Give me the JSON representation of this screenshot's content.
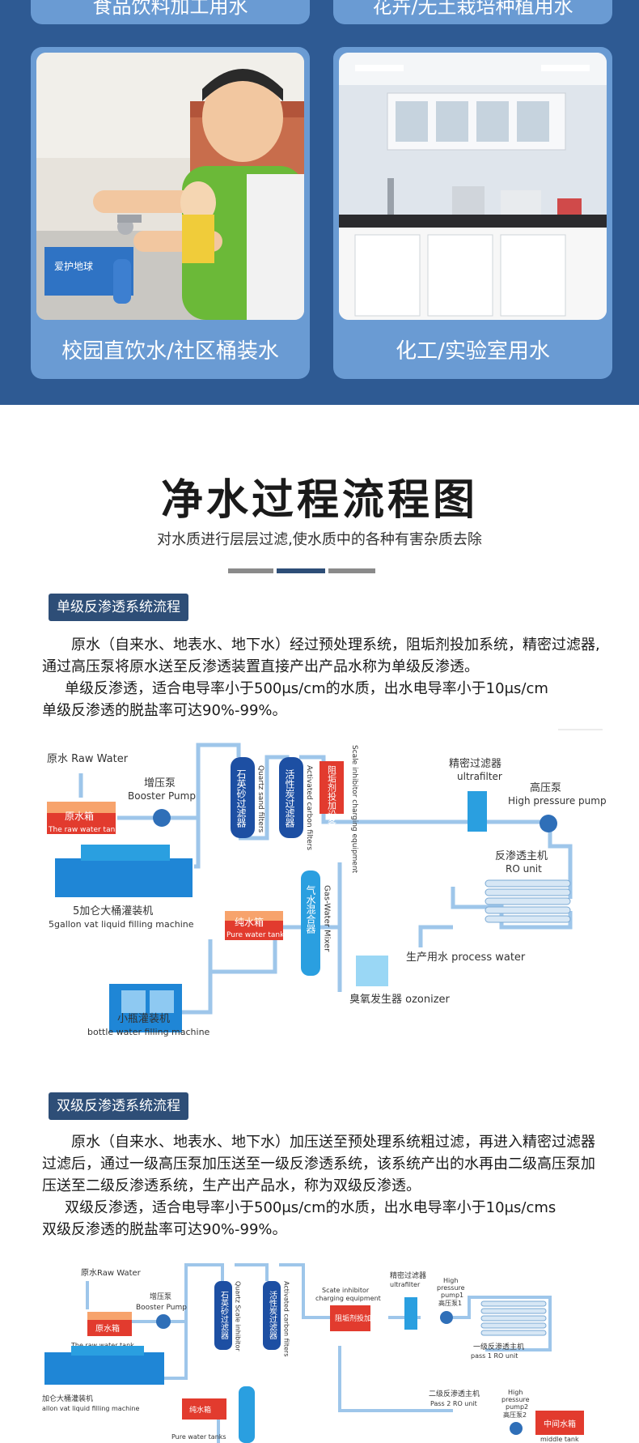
{
  "top_cards": {
    "left_label": "食品饮料加工用水",
    "right_label": "花卉/无土栽培种植用水"
  },
  "cards": [
    {
      "label": "校园直饮水/社区桶装水"
    },
    {
      "label": "化工/实验室用水"
    }
  ],
  "header": {
    "title": "净水过程流程图",
    "subtitle": "对水质进行层层过滤,使水质中的各种有害杂质去除"
  },
  "section1": {
    "tag": "单级反渗透系统流程",
    "para1": "原水（自来水、地表水、地下水）经过预处理系统，阻垢剂投加系统，精密过滤器,通过高压泵将原水送至反渗透装置直接产出产品水称为单级反渗透。",
    "para2": "单级反渗透，适合电导率小于500μs/cm的水质，出水电导率小于10μs/cm",
    "para3": "单级反渗透的脱盐率可达90%-99%。",
    "diagram": {
      "raw_water": "原水 Raw Water",
      "raw_tank_cn": "原水箱",
      "raw_tank_en": "The raw water tank",
      "booster_cn": "增压泵",
      "booster_en": "Booster Pump",
      "quartz_cn": "石英砂过滤器",
      "quartz_en": "Quartz sand filters",
      "carbon_cn": "活性炭过滤器",
      "carbon_en": "Activated carbon filters",
      "inhibitor_cn": "阻垢剂投加设备",
      "inhibitor_en": "Scale inhibitor charging equipment",
      "ultra_cn": "精密过滤器",
      "ultra_en": "ultrafilter",
      "hp_cn": "高压泵",
      "hp_en": "High pressure pump",
      "ro_cn": "反渗透主机",
      "ro_en": "RO unit",
      "fill5_cn": "5加仑大桶灌装机",
      "fill5_en": "5gallon vat liquid filling machine",
      "pure_cn": "纯水箱",
      "pure_en": "Pure water tanks",
      "mixer_cn": "气水混合器",
      "mixer_en": "Gas-Water Mixer",
      "process": "生产用水 process water",
      "ozonizer": "臭氧发生器 ozonizer",
      "bottle_cn": "小瓶灌装机",
      "bottle_en": "bottle water filling machine"
    }
  },
  "section2": {
    "tag": "双级反渗透系统流程",
    "para1": "原水（自来水、地表水、地下水）加压送至预处理系统粗过滤，再进入精密过滤器过滤后，通过一级高压泵加压送至一级反渗透系统，该系统产出的水再由二级高压泵加压送至二级反渗透系统，生产出产品水，称为双级反渗透。",
    "para2": "双级反渗透，适合电导率小于500μs/cm的水质，出水电导率小于10μs/cms",
    "para3": "双级反渗透的脱盐率可达90%-99%。",
    "diagram": {
      "raw_water": "原水Raw Water",
      "booster_cn": "增压泵",
      "booster_en": "Booster Pump",
      "raw_tank_cn": "原水箱",
      "raw_tank_en": "The raw water tank",
      "quartz_cn": "石英砂过滤器",
      "quartz_en": "Quartz Scale inhibitor",
      "carbon_cn": "活性炭过滤器",
      "carbon_en": "Activated carbon filters",
      "inhibitor_en1": "Scate inhibitor",
      "inhibitor_en2": "charging equipment",
      "inhibitor_cn": "阻垢剂投加设备",
      "ultra_cn": "精密过滤器",
      "ultra_en": "ultrafilter",
      "hp1_en1": "High",
      "hp1_en2": "pressure",
      "hp1_en3": "pump1",
      "hp1_cn": "高压泵1",
      "ro1_cn": "一级反渗透主机",
      "ro1_en": "pass 1 RO unit",
      "fill5_cn": "加仑大桶灌装机",
      "fill5_en": "allon vat liquid filling machine",
      "pure_cn": "纯水箱",
      "pure_en": "Pure water tanks",
      "ro2_cn": "二级反渗透主机",
      "ro2_en": "Pass 2 RO unit",
      "hp2_en1": "High",
      "hp2_en2": "pressure",
      "hp2_en3": "pump2",
      "hp2_cn": "高压泵2",
      "middle_cn": "中间水箱",
      "middle_en": "middle tank"
    }
  }
}
